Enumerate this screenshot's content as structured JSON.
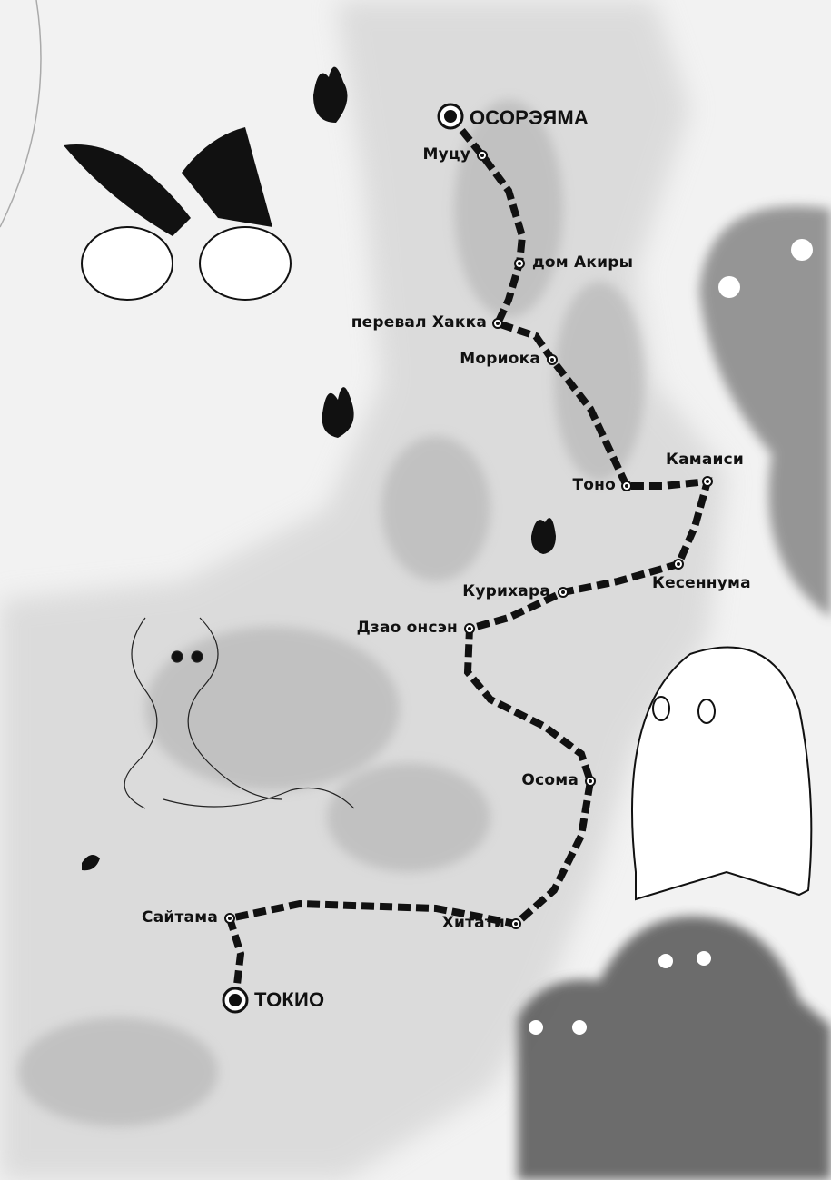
{
  "map": {
    "stations": [
      {
        "id": "osoreyama",
        "label": "ОСОРЭЯМА",
        "terminal": true
      },
      {
        "id": "mutsu",
        "label": "Муцу"
      },
      {
        "id": "akira-house",
        "label": "дом Акиры"
      },
      {
        "id": "hakka-pass",
        "label": "перевал Хакка"
      },
      {
        "id": "morioka",
        "label": "Мориока"
      },
      {
        "id": "tono",
        "label": "Тоно"
      },
      {
        "id": "kamaishi",
        "label": "Камаиси"
      },
      {
        "id": "kesennuma",
        "label": "Кесеннума"
      },
      {
        "id": "kurihara",
        "label": "Курихара"
      },
      {
        "id": "zao-onsen",
        "label": "Дзао онсэн"
      },
      {
        "id": "osoma",
        "label": "Осома"
      },
      {
        "id": "hitachi",
        "label": "Хитати"
      },
      {
        "id": "saitama",
        "label": "Сайтама"
      },
      {
        "id": "tokyo",
        "label": "ТОКИО",
        "terminal": true
      }
    ],
    "colors": {
      "route": "#111111",
      "background": "#f2f2f2",
      "terrain": "#c8c8c8",
      "ghost": "#555555"
    }
  }
}
